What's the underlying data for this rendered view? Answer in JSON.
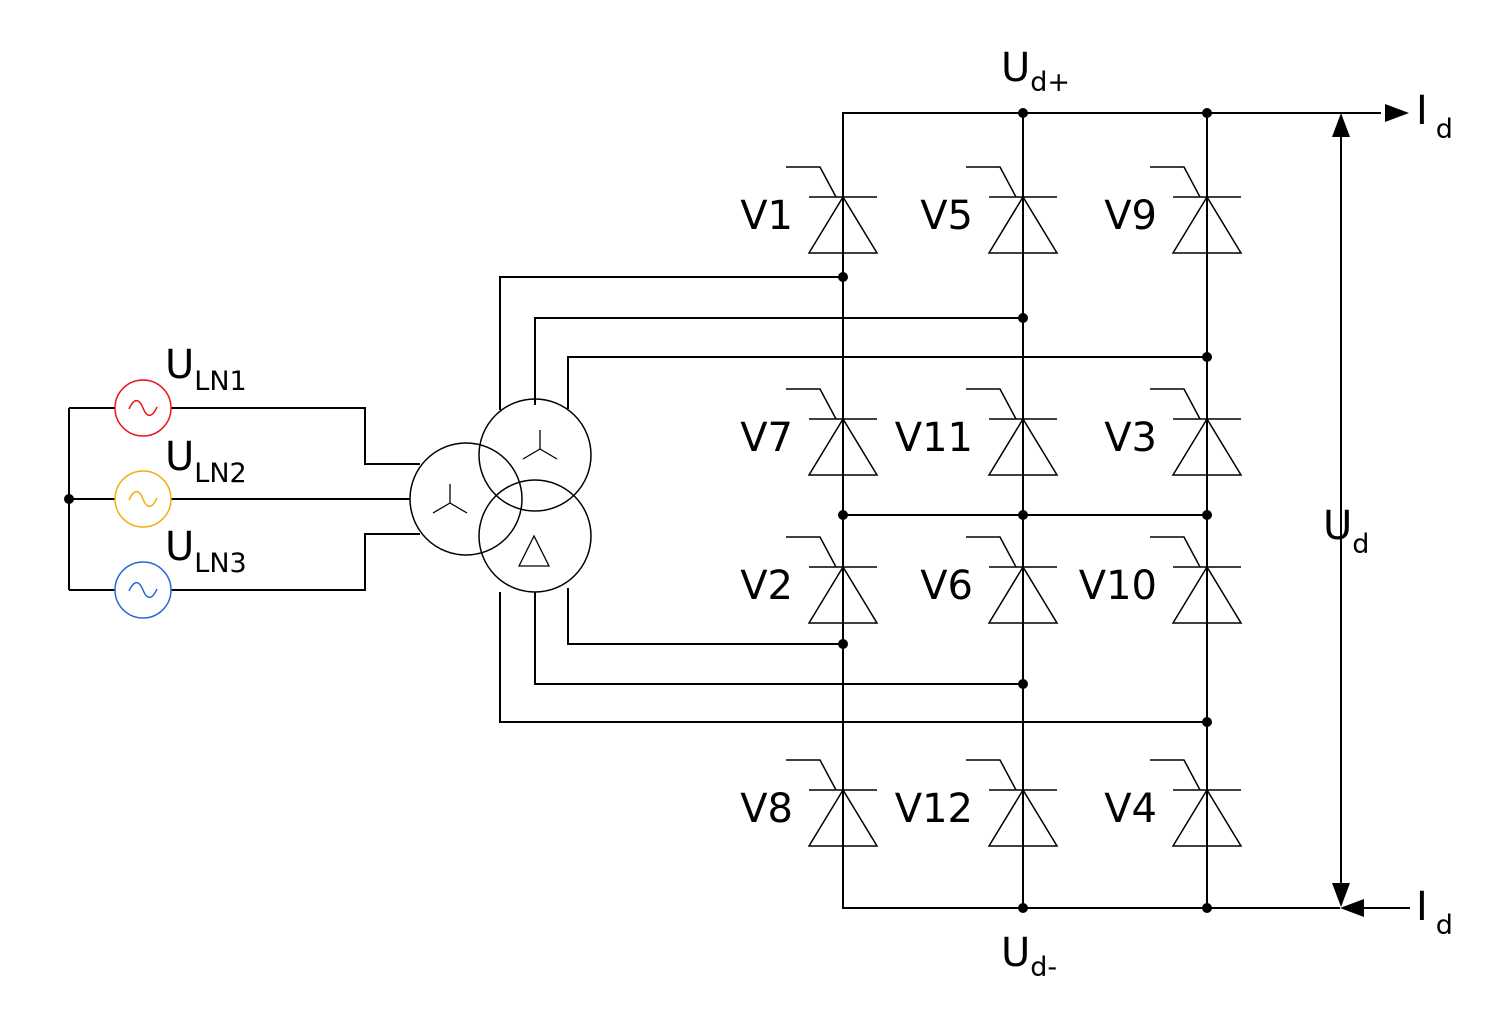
{
  "sources": [
    {
      "main": "U",
      "sub": "LN1",
      "color": "#e8141c"
    },
    {
      "main": "U",
      "sub": "LN2",
      "color": "#f2ae0f"
    },
    {
      "main": "U",
      "sub": "LN3",
      "color": "#2a67d6"
    }
  ],
  "dc": {
    "plus": {
      "main": "U",
      "sub": "d+"
    },
    "minus": {
      "main": "U",
      "sub": "d-"
    },
    "voltage": {
      "main": "U",
      "sub": "d"
    },
    "current_top": {
      "main": "I",
      "sub": "d"
    },
    "current_bottom": {
      "main": "I",
      "sub": "d"
    }
  },
  "thyristors": [
    [
      "V1",
      "V5",
      "V9"
    ],
    [
      "V7",
      "V11",
      "V3"
    ],
    [
      "V2",
      "V6",
      "V10"
    ],
    [
      "V8",
      "V12",
      "V4"
    ]
  ],
  "transformer": {
    "primary": "wye-symbol",
    "secondary_1": "wye-symbol",
    "secondary_2": "delta-symbol"
  }
}
